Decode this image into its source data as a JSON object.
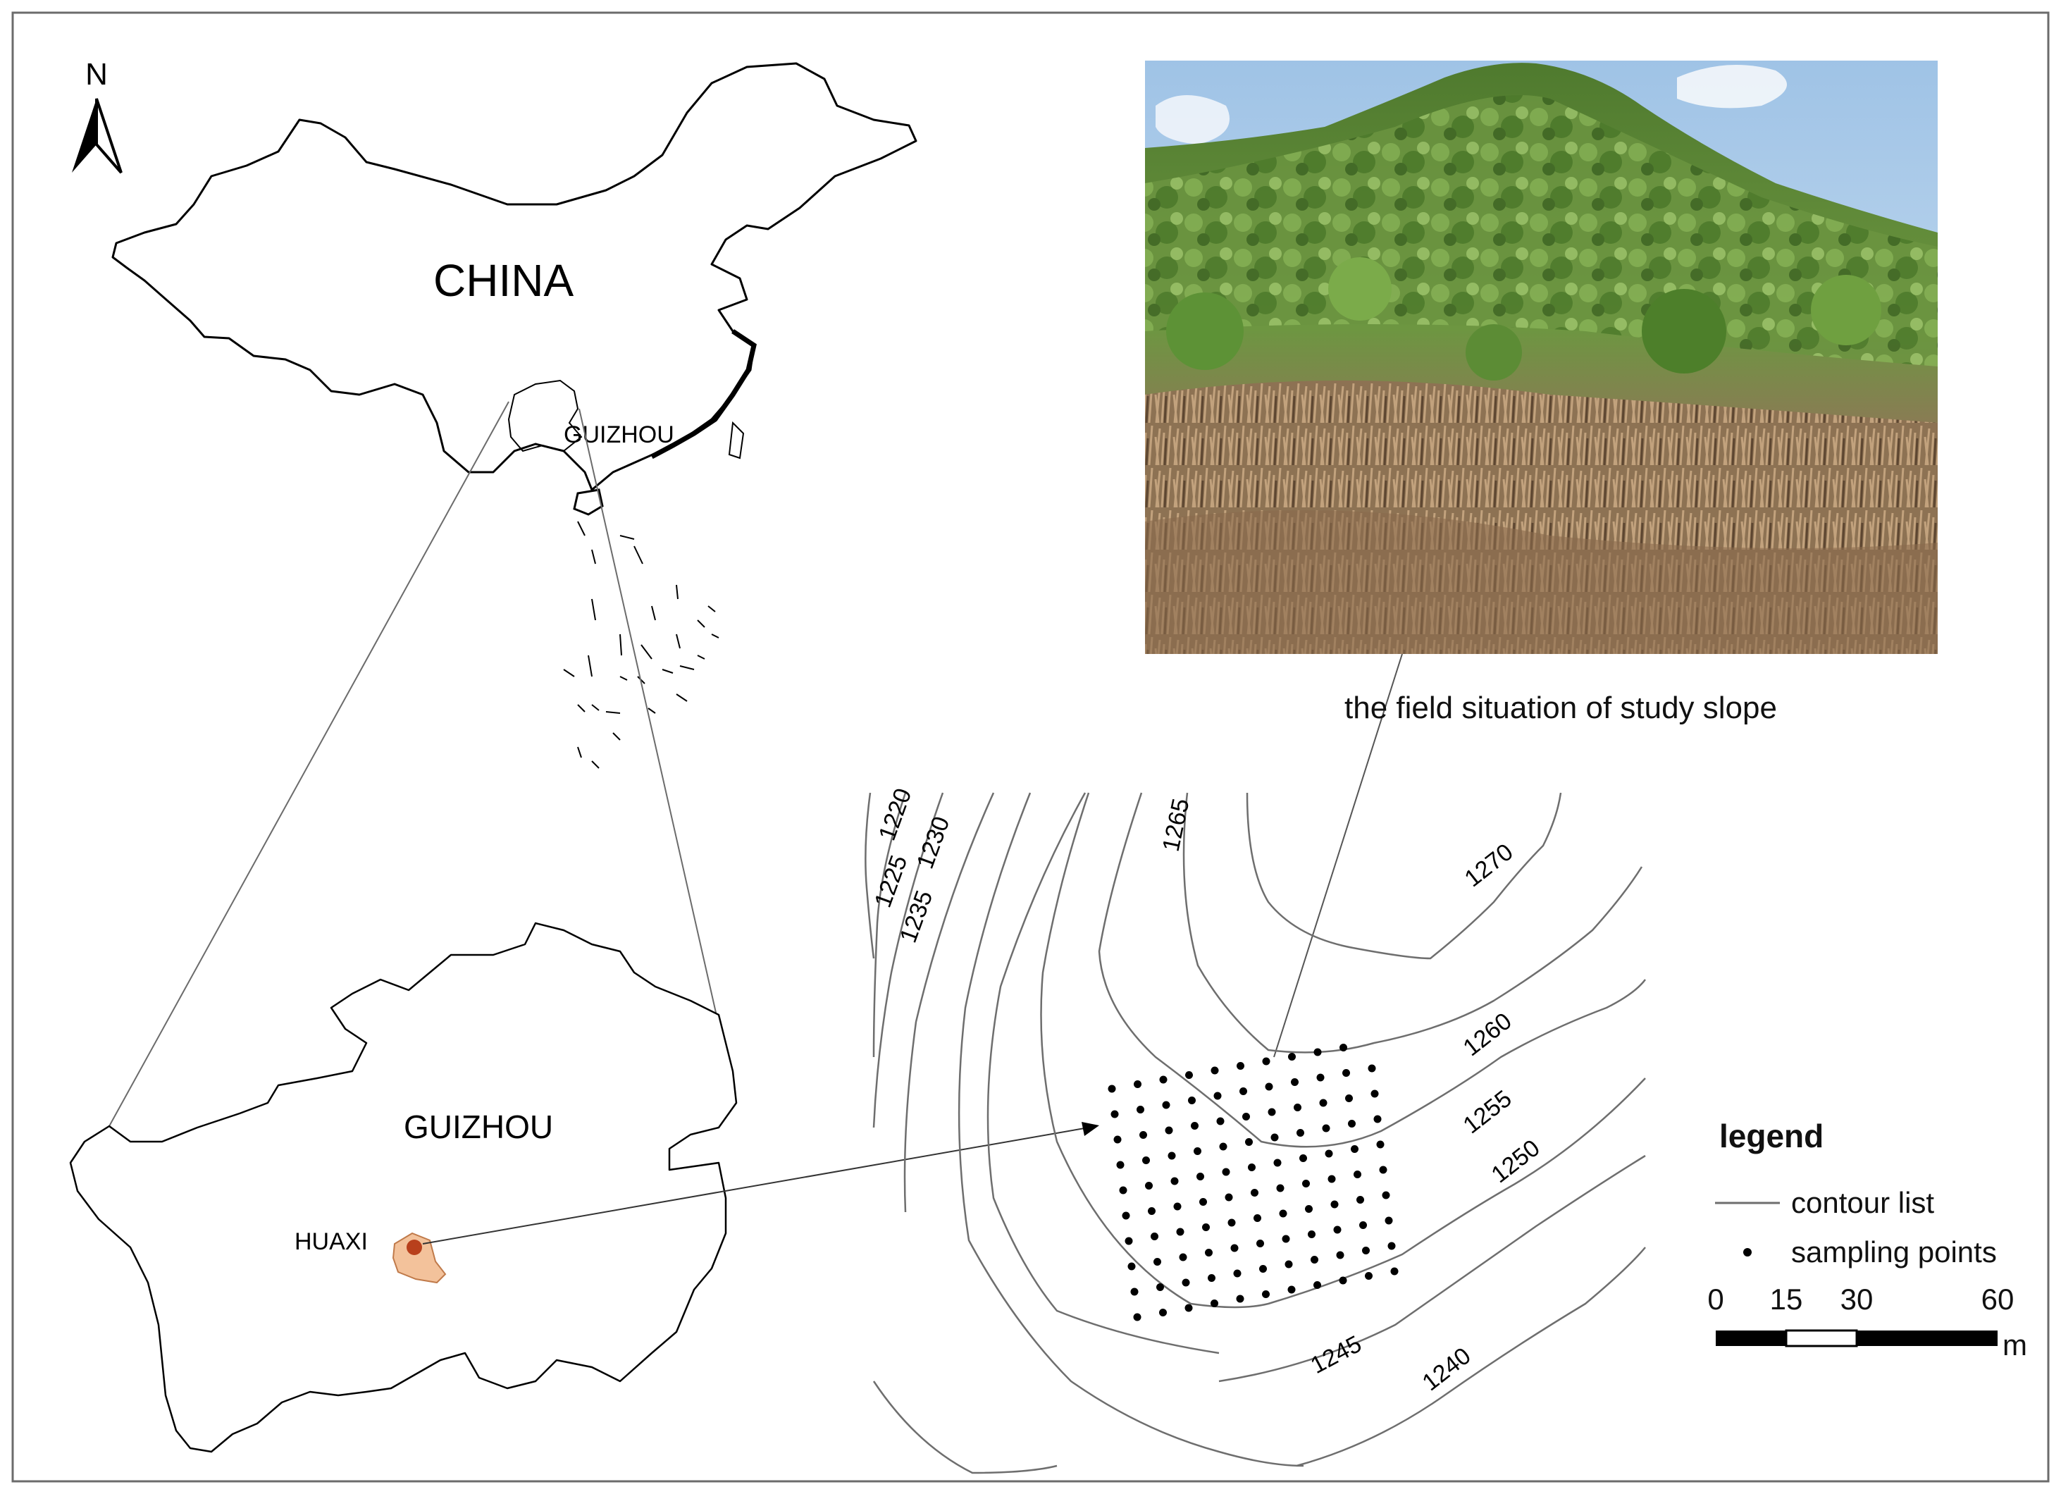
{
  "map": {
    "north_arrow_label": "N",
    "country_label": "CHINA",
    "province_label_small": "GUIZHOU",
    "province_label_large": "GUIZHOU",
    "site_label": "HUAXI",
    "photo_caption": "the field situation of study slope",
    "contour_labels": [
      "1220",
      "1225",
      "1230",
      "1235",
      "1265",
      "1270",
      "1260",
      "1255",
      "1250",
      "1245",
      "1240"
    ]
  },
  "legend": {
    "title": "legend",
    "contour_label": "contour list",
    "points_label": "sampling points",
    "scale_ticks": [
      "0",
      "15",
      "30",
      "60"
    ],
    "scale_unit": "m"
  },
  "colors": {
    "frame": "#6b6b6b",
    "outline": "#000000",
    "huaxi_fill": "#f3c29b",
    "huaxi_dot": "#b8401c",
    "sky": "#b8d4ec",
    "vegetation": "#5f8a3a",
    "dry_grass": "#9c7f5e"
  }
}
